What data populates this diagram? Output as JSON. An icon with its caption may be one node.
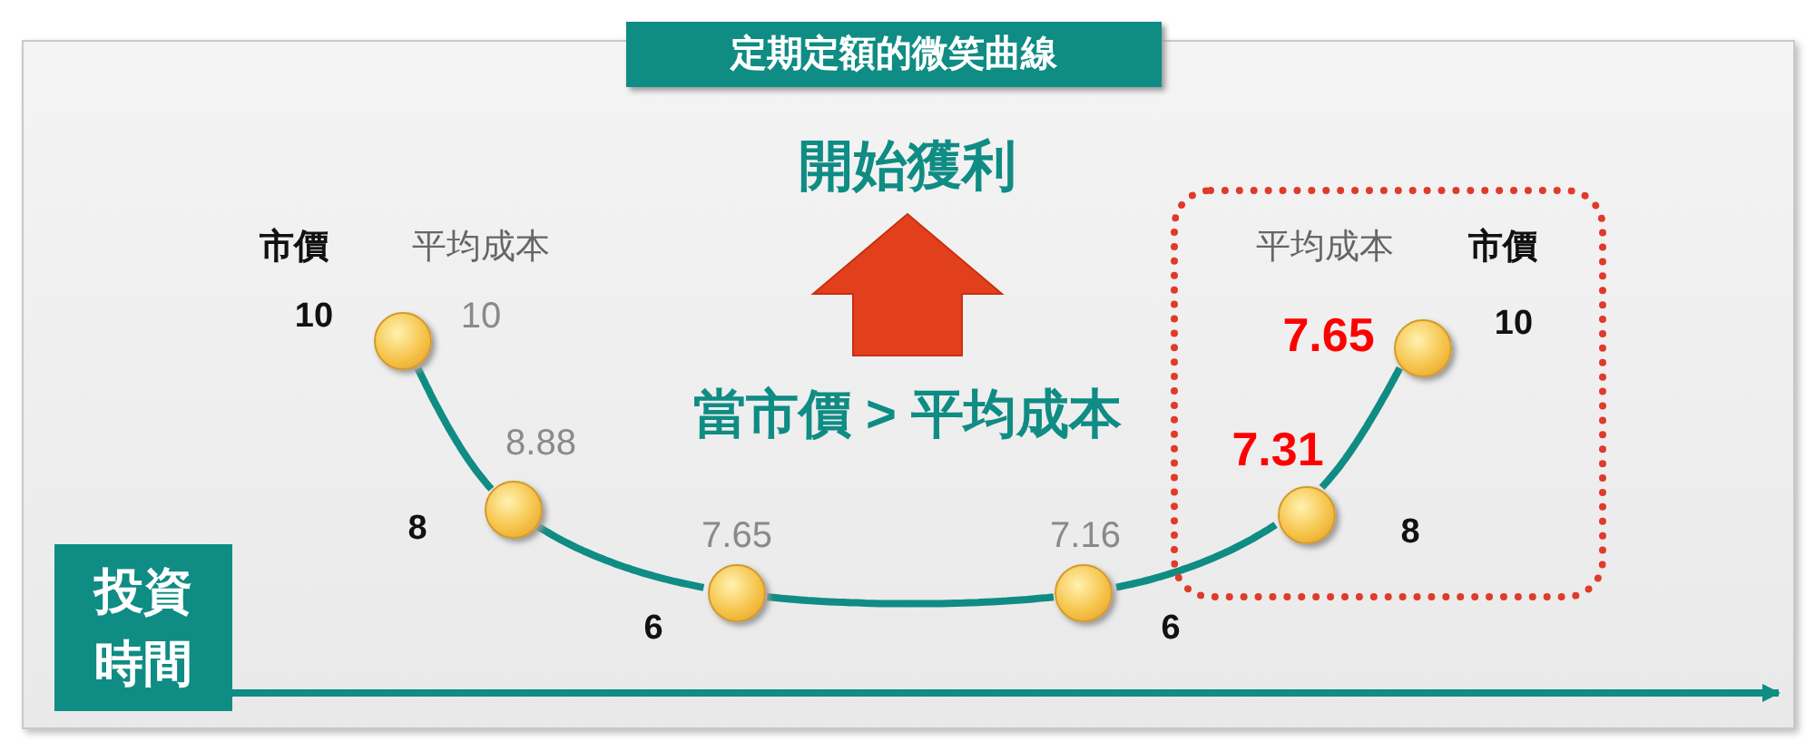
{
  "diagram": {
    "title": "定期定額的微笑曲線",
    "nodes": [
      {
        "text": [],
        "shape": "box"
      },
      {
        "text": [],
        "shape": "circle",
        "beside": [
          "10",
          "10"
        ]
      },
      {
        "text": [],
        "shape": "circle",
        "beside": [
          "8.88",
          "8"
        ]
      },
      {
        "text": [],
        "shape": "circle",
        "beside": [
          "7.65",
          "6"
        ]
      },
      {
        "text": [],
        "shape": "circle",
        "beside": [
          "7.16",
          "6"
        ]
      },
      {
        "text": [],
        "shape": "circle",
        "beside": [
          "7.31",
          "8"
        ],
        "in": 0
      },
      {
        "text": [],
        "shape": "circle",
        "beside": [
          "7.65",
          "10"
        ],
        "in": 0
      },
      {
        "text": [
          "投資時間"
        ]
      }
    ],
    "edges": [
      {
        "from": 1,
        "to": 2,
        "arrow": "none"
      },
      {
        "from": 2,
        "to": 3,
        "arrow": "none"
      },
      {
        "from": 3,
        "to": 4,
        "arrow": "none"
      },
      {
        "from": 4,
        "to": 5,
        "arrow": "none"
      },
      {
        "from": 5,
        "to": 6,
        "arrow": "none"
      }
    ],
    "labels": [
      "開始獲利",
      "市價",
      "平均成本",
      "平均成本",
      "市價",
      "當市價 > 平均成本"
    ]
  }
}
